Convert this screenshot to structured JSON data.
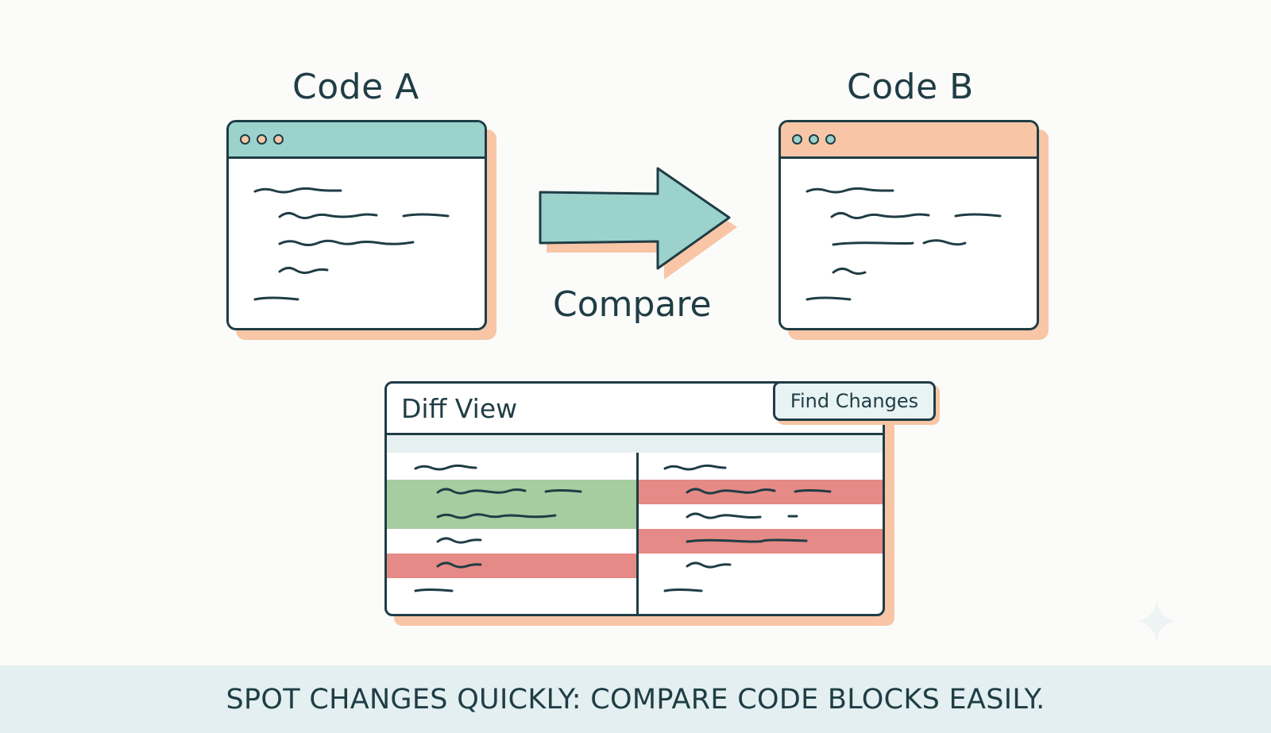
{
  "labels": {
    "code_a": "Code A",
    "code_b": "Code B",
    "compare": "Compare",
    "diff_view": "Diff View",
    "find_changes": "Find Changes",
    "tagline": "SPOT CHANGES QUICKLY: COMPARE CODE BLOCKS EASILY."
  },
  "colors": {
    "ink": "#1f3d45",
    "teal": "#9bd2cc",
    "peach": "#f8c6a6",
    "added": "#a6cd9f",
    "removed": "#e58a86",
    "footer_bg": "#e3eff0"
  },
  "icons": {
    "window_controls": "three-dot-icon",
    "compare_arrow": "arrow-right-icon",
    "sparkle": "sparkle-icon"
  }
}
